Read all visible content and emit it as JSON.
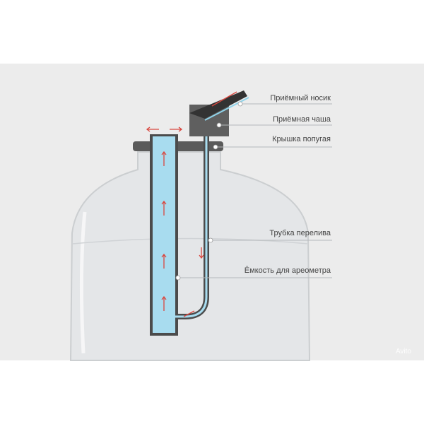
{
  "labels": [
    "Приёмный носик",
    "Приёмная чаша",
    "Крышка попугая",
    "Трубка перелива",
    "Ёмкость для ареометра"
  ],
  "watermark": "Avito",
  "colors": {
    "background": "#ececec",
    "liquid": "#a8dcef",
    "metal": "#555555",
    "arrow": "#d9473f"
  }
}
